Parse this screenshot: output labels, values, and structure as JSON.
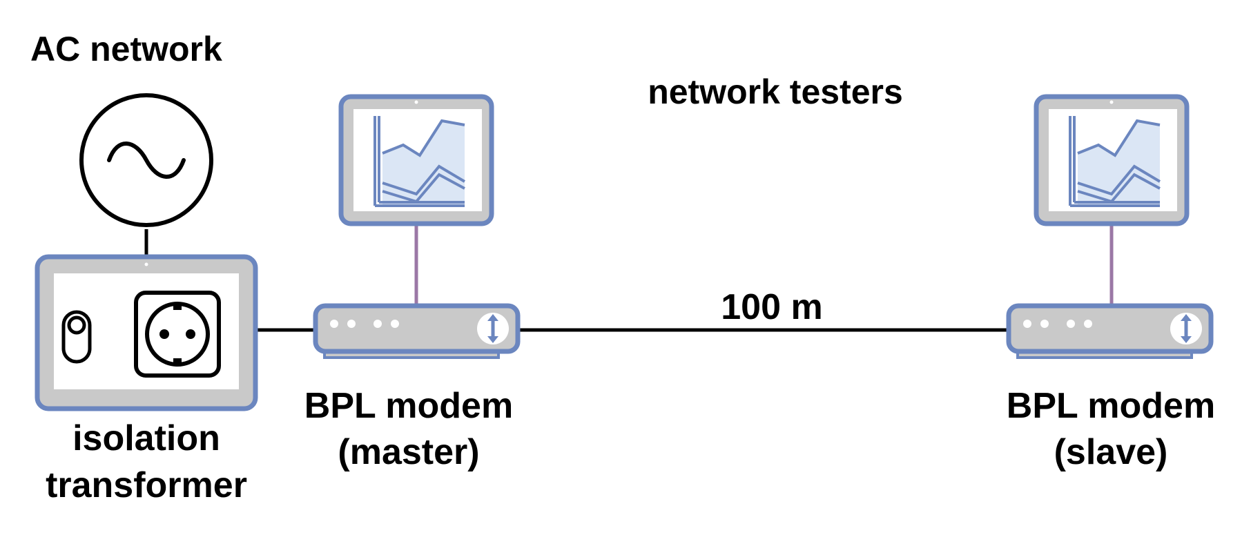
{
  "labels": {
    "ac_network": "AC network",
    "network_testers": "network testers",
    "distance": "100 m",
    "isolation_line1": "isolation",
    "isolation_line2": "transformer",
    "master_line1": "BPL modem",
    "master_line2": "(master)",
    "slave_line1": "BPL modem",
    "slave_line2": "(slave)"
  },
  "colors": {
    "device_border": "#6b86bf",
    "device_body": "#c9c9c9",
    "screen": "#ffffff",
    "graph_fill": "#dbe6f5",
    "graph_line": "#6b86bf",
    "tester_cable": "#9b78a6",
    "wire": "#000000"
  },
  "icons": {
    "ac_source": "sine-wave-icon",
    "switch": "toggle-switch-icon",
    "socket": "power-socket-icon",
    "modem_sync": "up-down-arrows-icon"
  }
}
